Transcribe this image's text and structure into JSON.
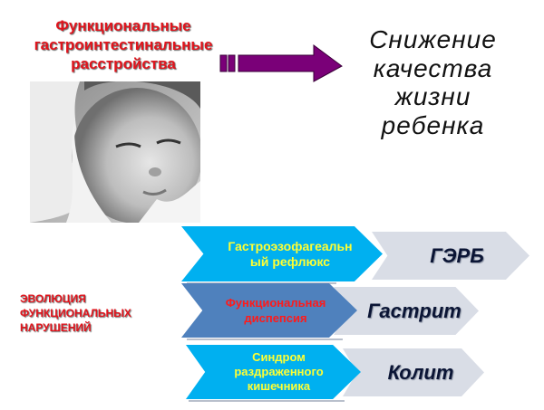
{
  "slide": {
    "title_lines": [
      "Функциональные",
      "гастроинтестинальные",
      "расстройства"
    ],
    "result_lines": [
      "Снижение",
      "качества",
      "жизни",
      "ребенка"
    ],
    "photo": {
      "description": "black-and-white photo of sad child resting head on adult's arm"
    },
    "arrow": {
      "color": "#7a0078",
      "direction": "right"
    },
    "evolution_label_lines": [
      "ЭВОЛЮЦИЯ",
      "ФУНКЦИОНАЛЬНЫХ",
      "НАРУШЕНИЙ"
    ],
    "rows": [
      {
        "source_lines": [
          "Гастроэзофагеальн",
          "ый рефлюкс"
        ],
        "source_color": "#00b0f0",
        "text_color": "#ffff33",
        "result": "ГЭРБ"
      },
      {
        "source_lines": [
          "Функциональная",
          "диспепсия"
        ],
        "source_color": "#4f81bd",
        "text_color": "#ff1a1a",
        "result": "Гастрит"
      },
      {
        "source_lines": [
          "Синдром",
          "раздраженного",
          "кишечника"
        ],
        "source_color": "#00b0f0",
        "text_color": "#ffff33",
        "result": "Колит"
      }
    ],
    "colors": {
      "title_red": "#e0141c",
      "result_chevron_gray": "#d9dde6",
      "arrow_purple": "#7a0078"
    }
  }
}
